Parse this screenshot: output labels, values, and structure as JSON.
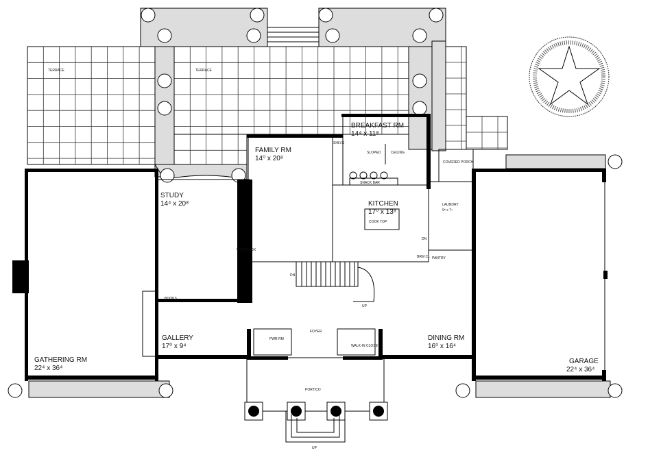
{
  "rooms": {
    "terrace_left": "TERRACE",
    "terrace_center": "TERRACE",
    "family": {
      "name": "FAMILY RM",
      "size": "14⁰ x 20⁸"
    },
    "breakfast": {
      "name": "BREAKFAST RM",
      "size": "14⁴ x 11⁸"
    },
    "study": {
      "name": "STUDY",
      "size": "14⁴ x 20⁸"
    },
    "kitchen": {
      "name": "KITCHEN",
      "size": "17⁰ x 13⁸"
    },
    "laundry": {
      "name": "LAUNDRY",
      "size": "9⁸ x 7⁴"
    },
    "covered_porch": "COVERED PORCH",
    "gathering": {
      "name": "GATHERING RM",
      "size": "22⁴ x 36⁴"
    },
    "gallery": {
      "name": "GALLERY",
      "size": "17⁰ x 9⁴"
    },
    "foyer": "FOYER",
    "powder": "PWR RM",
    "walkin": "WALK-IN CLOSET",
    "dining": {
      "name": "DINING RM",
      "size": "16⁰ x 16⁴"
    },
    "garage": {
      "name": "GARAGE",
      "size": "22⁴ x 36⁴"
    },
    "portico": "PORTICO"
  },
  "fixtures": {
    "snack_bar": "SNACK BAR",
    "sloped": "SLOPED",
    "ceiling": "CEILING",
    "cook_top": "COOK TOP",
    "wood_box": "WOOD BOX",
    "books": "BOOKS",
    "pantry": "PANTRY",
    "brm_cl": "BRM CL",
    "shelves": "SHLVS"
  },
  "stairs": {
    "up": "UP",
    "dn": "DN"
  }
}
